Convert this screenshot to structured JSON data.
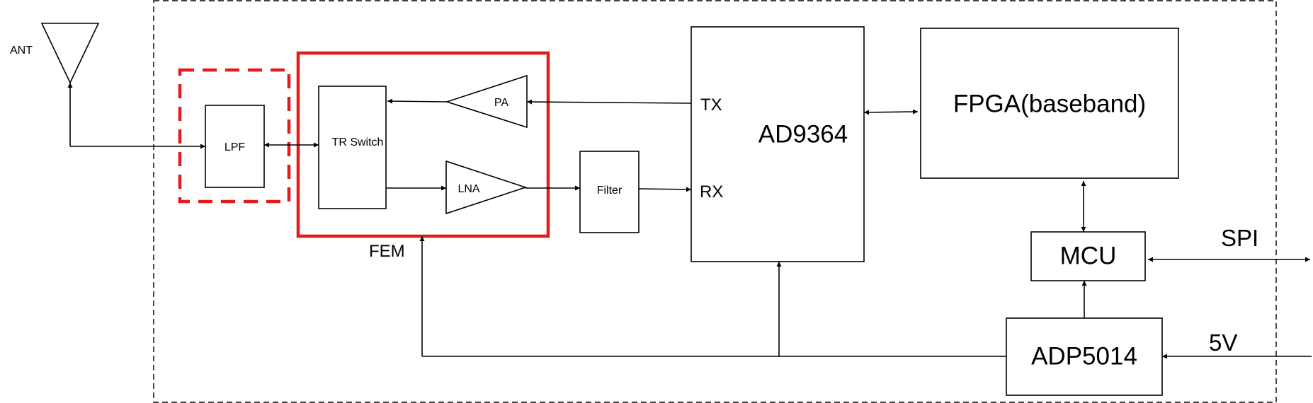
{
  "blocks": {
    "ant": "ANT",
    "lpf": "LPF",
    "tr_switch": "TR Switch",
    "pa": "PA",
    "lna": "LNA",
    "filter": "Filter",
    "fem": "FEM",
    "ad9364": "AD9364",
    "tx": "TX",
    "rx": "RX",
    "fpga": "FPGA(baseband)",
    "mcu": "MCU",
    "adp5014": "ADP5014",
    "spi": "SPI",
    "v5": "5V"
  },
  "colors": {
    "highlight": "#e31b1b",
    "line": "#000000",
    "boundary": "#000000"
  }
}
